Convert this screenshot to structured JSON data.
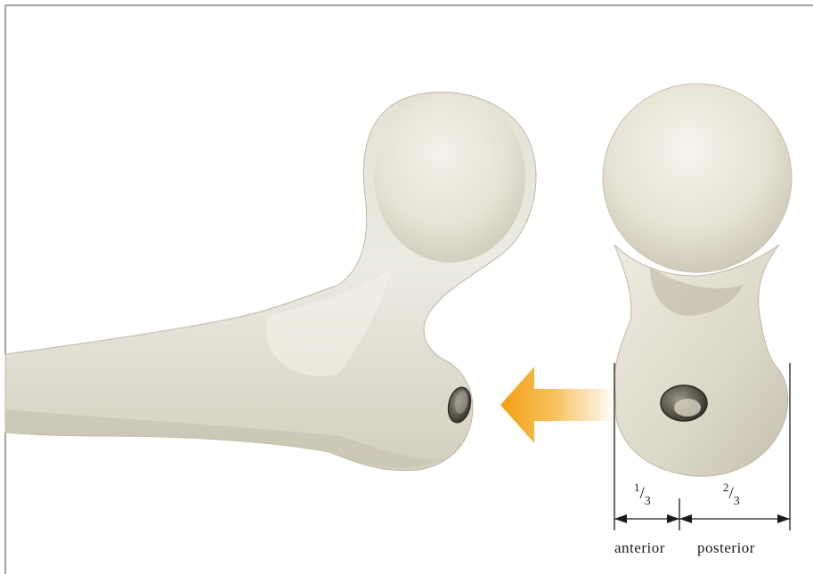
{
  "illustration": {
    "left_view": "femur-lateral-view",
    "right_view": "femur-proximal-axial-view",
    "arrow_color": "#F4A91E",
    "bone_color": "#E9E6DA"
  },
  "labels": {
    "anterior_fraction_num": "1",
    "anterior_fraction_den": "3",
    "posterior_fraction_num": "2",
    "posterior_fraction_den": "3",
    "anterior": "anterior",
    "posterior": "posterior"
  }
}
